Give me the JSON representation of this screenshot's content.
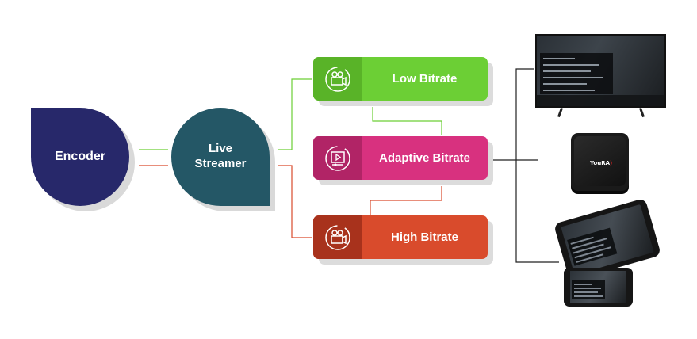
{
  "nodes": {
    "encoder": {
      "label": "Encoder",
      "color": "#27286a"
    },
    "live_streamer": {
      "label_line1": "Live",
      "label_line2": "Streamer",
      "color": "#245766"
    }
  },
  "bitrates": [
    {
      "label": "Low Bitrate",
      "icon": "video-camera-icon",
      "color": "#6ccf35"
    },
    {
      "label": "Adaptive Bitrate",
      "icon": "play-screen-icon",
      "color": "#d8317f"
    },
    {
      "label": "High Bitrate",
      "icon": "video-camera-icon",
      "color": "#d94b2c"
    }
  ],
  "line_colors": {
    "green": "#6ccf35",
    "red": "#d94b2c",
    "dark": "#222222"
  },
  "devices": [
    {
      "name": "tv",
      "icon": "tv-icon"
    },
    {
      "name": "set-top-box",
      "icon": "set-top-box-icon",
      "brand": "YouRA"
    },
    {
      "name": "tablet",
      "icon": "tablet-icon"
    },
    {
      "name": "phone",
      "icon": "phone-icon"
    }
  ]
}
